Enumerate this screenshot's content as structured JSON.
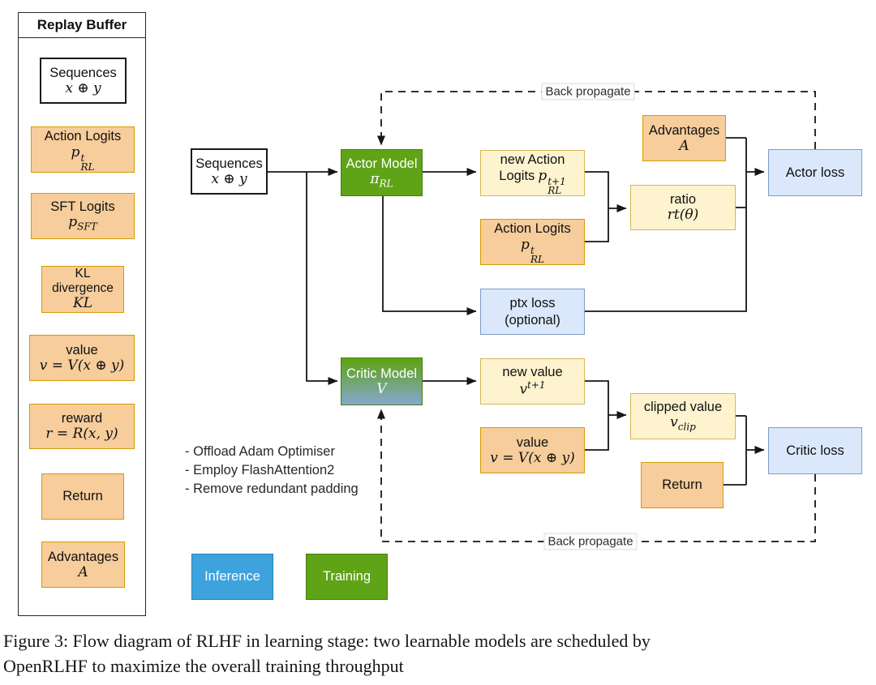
{
  "sidebar": {
    "title": "Replay Buffer",
    "items": [
      {
        "label": "Sequences",
        "math": "x ⊕ y"
      },
      {
        "label": "Action Logits",
        "math": {
          "base": "p",
          "sup": "t",
          "sub": "RL"
        }
      },
      {
        "label": "SFT Logits",
        "math": {
          "base": "p",
          "sub": "SFT"
        }
      },
      {
        "label_line1": "KL",
        "label_line2": "divergence",
        "math": "KL"
      },
      {
        "label": "value",
        "math": "v = V(x ⊕ y)"
      },
      {
        "label": "reward",
        "math": "r = R(x, y)"
      },
      {
        "label": "Return"
      },
      {
        "label": "Advantages",
        "math": "A"
      }
    ]
  },
  "main": {
    "sequences": {
      "label": "Sequences",
      "math": "x ⊕ y"
    },
    "actor": {
      "label": "Actor Model",
      "math": {
        "base": "π",
        "sub": "RL"
      }
    },
    "new_action_logits": {
      "line1": "new Action",
      "line2": "Logits",
      "math": {
        "base": "p",
        "sup": "t+1",
        "sub": "RL"
      }
    },
    "action_logits": {
      "label": "Action Logits",
      "math": {
        "base": "p",
        "sup": "t",
        "sub": "RL"
      }
    },
    "advantages": {
      "label": "Advantages",
      "math": "A"
    },
    "ratio": {
      "label": "ratio",
      "math": "rt(θ)"
    },
    "actor_loss": {
      "label": "Actor loss"
    },
    "ptx_loss": {
      "line1": "ptx loss",
      "line2": "(optional)"
    },
    "critic": {
      "label": "Critic Model",
      "math": "V"
    },
    "new_value": {
      "label": "new value",
      "math": {
        "base": "v",
        "sup": "t+1"
      }
    },
    "value": {
      "label": "value",
      "math": "v = V(x ⊕ y)"
    },
    "clipped_value": {
      "label": "clipped value",
      "math": {
        "base": "v",
        "sub": "clip"
      }
    },
    "return": {
      "label": "Return"
    },
    "critic_loss": {
      "label": "Critic loss"
    }
  },
  "back_propagate_top": "Back propagate",
  "back_propagate_bottom": "Back propagate",
  "notes": [
    "- Offload Adam Optimiser",
    "- Employ FlashAttention2",
    "- Remove redundant padding"
  ],
  "legend": {
    "inference": "Inference",
    "training": "Training"
  },
  "caption": {
    "line1": "Figure 3: Flow diagram of RLHF in learning stage: two learnable models are scheduled by",
    "line2": "OpenRLHF to maximize the overall training throughput"
  },
  "colors": {
    "orange_fill": "#f6cd9b",
    "orange_border": "#d79b00",
    "yellow_fill": "#fdf3cf",
    "yellow_border": "#d6b656",
    "lightblue_fill": "#dbe8fc",
    "lightblue_border": "#7e9cc5",
    "green_fill": "#5fa317",
    "green_border": "#447d10",
    "critic_blue": "#84a7c9",
    "inference_fill": "#3ea2dd",
    "inference_border": "#2680ba"
  }
}
